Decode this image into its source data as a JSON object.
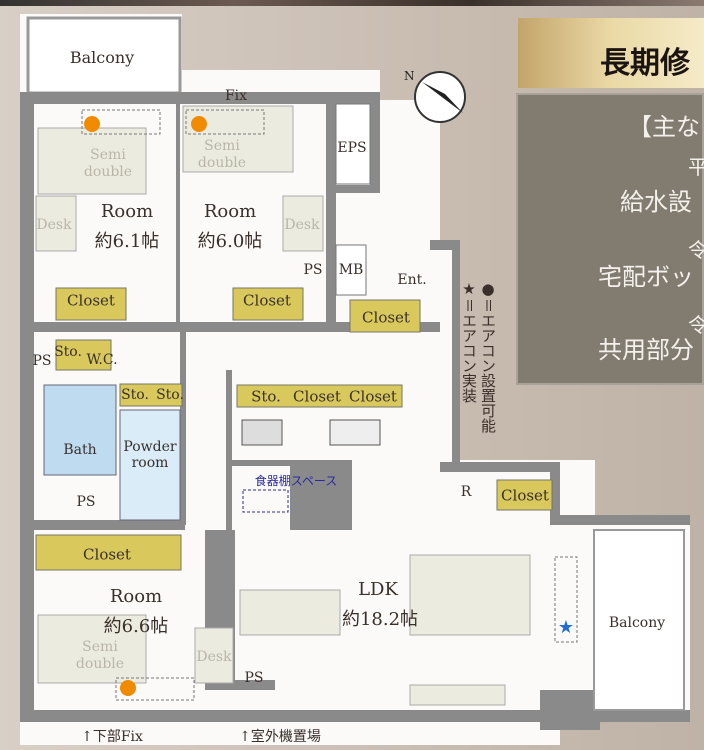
{
  "panel": {
    "title": "長期修",
    "lines": [
      "【主な",
      "平",
      "給水設",
      "令",
      "宅配ボッ",
      "令",
      "共用部分"
    ]
  },
  "legend": {
    "ac_possible": "●＝エアコン設置可能",
    "ac_installed": "★＝エアコン実装"
  },
  "labels": {
    "balcony_top": "Balcony",
    "fix": "Fix",
    "eps": "EPS",
    "room1": "Room",
    "room1_size": "約6.1帖",
    "room2": "Room",
    "room2_size": "約6.0帖",
    "semi1a": "Semi",
    "semi1b": "double",
    "semi2a": "Semi",
    "semi2b": "double",
    "desk1": "Desk",
    "desk2": "Desk",
    "ps1": "PS",
    "mb": "MB",
    "ent": "Ent.",
    "closet1": "Closet",
    "closet2": "Closet",
    "closet3": "Closet",
    "ps2": "PS",
    "sto1": "Sto.",
    "wc": "W.C.",
    "sto2": "Sto.",
    "sto3": "Sto.",
    "bath": "Bath",
    "powder1": "Powder",
    "powder2": "room",
    "ps3": "PS",
    "sto4": "Sto.",
    "closet4": "Closet",
    "closet5": "Closet",
    "dish": "食器棚スペース",
    "r": "R",
    "closet6": "Closet",
    "closet7": "Closet",
    "room3": "Room",
    "room3_size": "約6.6帖",
    "semi3a": "Semi",
    "semi3b": "double",
    "desk3": "Desk",
    "ps4": "PS",
    "ldk": "LDK",
    "ldk_size": "約18.2帖",
    "balcony_right": "Balcony",
    "lower_fix": "↑下部Fix",
    "outdoor_unit": "↑室外機置場"
  },
  "colors": {
    "wall": "#8a8a8a",
    "closet": "#d9c95c",
    "furniture": "#ecebdf",
    "ac_dot": "#f08a00",
    "ac_star": "#1e6fd0"
  }
}
